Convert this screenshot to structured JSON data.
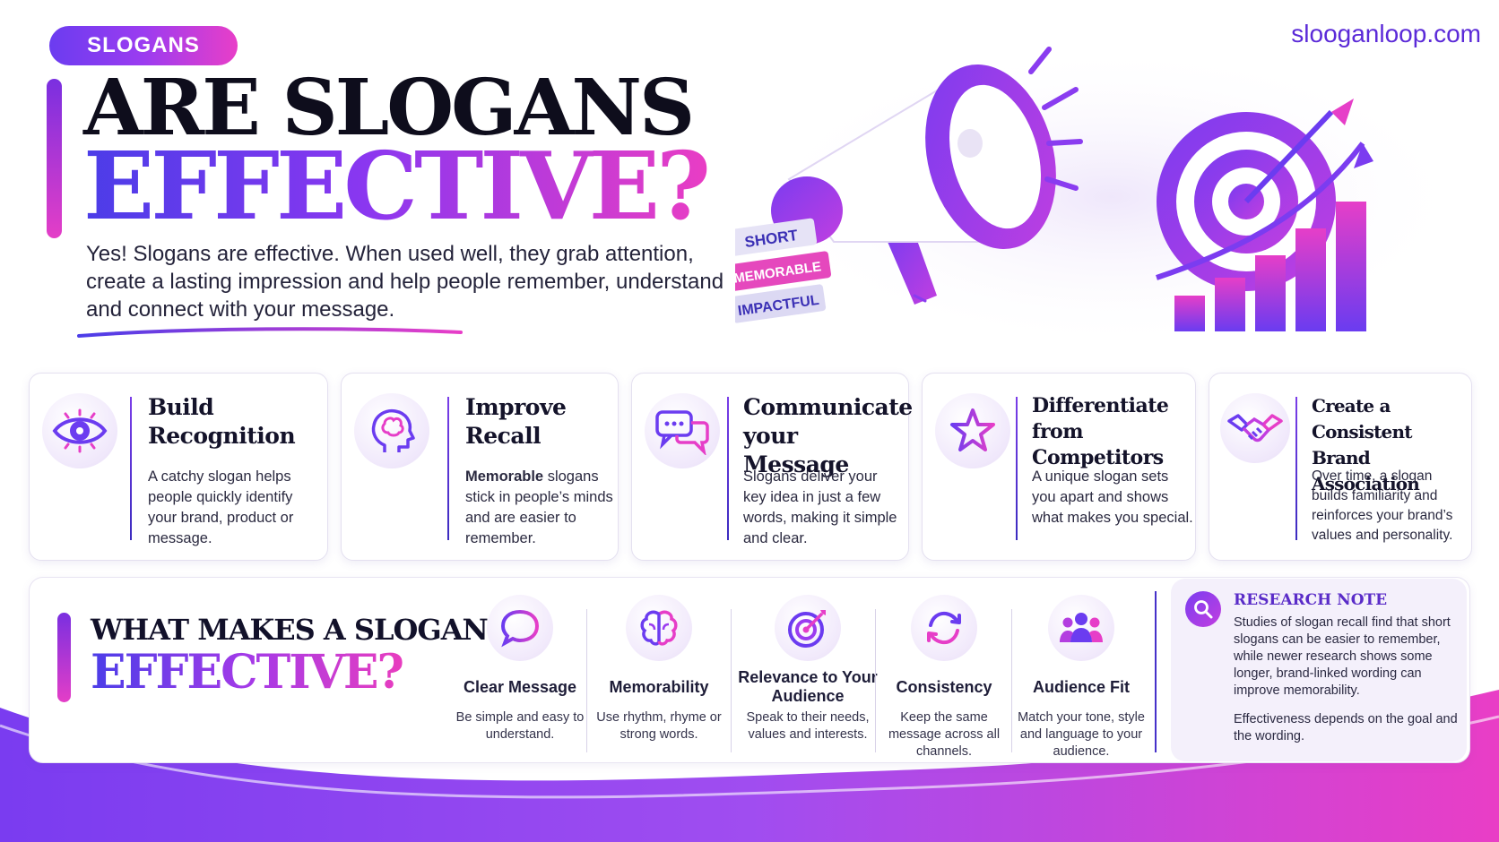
{
  "badge": "SLOGANS",
  "site": "slooganloop.com",
  "heading": {
    "line1": "ARE SLOGANS",
    "line2": "EFFECTIVE?"
  },
  "intro": "Yes! Slogans are effective. When used well, they grab attention, create a lasting impression and help people remember, understand and connect with your message.",
  "hero_tags": [
    "SHORT",
    "MEMORABLE",
    "IMPACTFUL"
  ],
  "colors": {
    "purple": "#6b3cf0",
    "pink": "#e83ec8",
    "indigo": "#4631c9"
  },
  "cards": [
    {
      "icon": "eye-icon",
      "title": "Build Recognition",
      "text": "A catchy slogan helps people quickly identify your brand, product or message."
    },
    {
      "icon": "brain-head-icon",
      "title": "Improve Recall",
      "text_bold": "Memorable",
      "text": " slogans stick in people’s minds and are easier to remember."
    },
    {
      "icon": "chat-bubbles-icon",
      "title": "Communicate your Message",
      "text": "Slogans deliver your key idea in just a few words, making it simple and clear."
    },
    {
      "icon": "star-icon",
      "title": "Differentiate from Competitors",
      "text": "A unique slogan sets you apart and shows what makes you special."
    },
    {
      "icon": "handshake-icon",
      "title": "Create a Consistent Brand Association",
      "text": "Over time, a slogan builds familiarity and reinforces your brand’s values and personality."
    }
  ],
  "what_makes": {
    "line1": "WHAT MAKES A SLOGAN",
    "line2": "EFFECTIVE?"
  },
  "features": [
    {
      "icon": "speech-bubble-icon",
      "title": "Clear Message",
      "text": "Be simple and easy to understand."
    },
    {
      "icon": "brain-icon",
      "title": "Memorability",
      "text": "Use rhythm, rhyme or strong words."
    },
    {
      "icon": "target-icon",
      "title": "Relevance to Your Audience",
      "text": "Speak to their needs, values and interests."
    },
    {
      "icon": "refresh-icon",
      "title": "Consistency",
      "text": "Keep the same message across all channels."
    },
    {
      "icon": "people-icon",
      "title": "Audience Fit",
      "text": "Match your tone, style and language to your audience."
    }
  ],
  "research": {
    "title": "RESEARCH NOTE",
    "text": "Studies of slogan recall find that short slogans can be easier to remember, while newer research shows some longer, brand-linked wording can improve memorability.",
    "text2": "Effectiveness depends on the goal and the wording."
  }
}
